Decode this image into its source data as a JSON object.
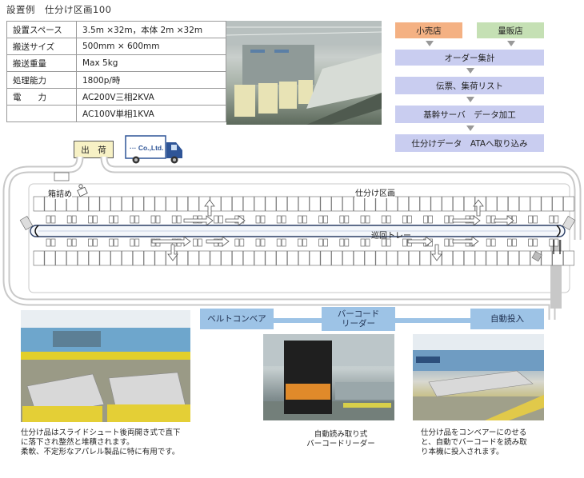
{
  "title": "設置例　仕分け区画100",
  "spec_rows": [
    {
      "label": "設置スペース",
      "value": "3.5m ×32m，本体 2m ×32m"
    },
    {
      "label": "搬送サイズ",
      "value": "500mm × 600mm"
    },
    {
      "label": "搬送重量",
      "value": "Max 5kg"
    },
    {
      "label": "処理能力",
      "value": "1800p/時"
    },
    {
      "label": "電　　力",
      "value": "AC200V三相2KVA"
    },
    {
      "label": "",
      "value": "AC100V単相1KVA"
    }
  ],
  "flow": {
    "retail": "小売店",
    "mass": "量販店",
    "order": "オーダー集計",
    "slip": "伝票、集荷リスト",
    "core": "基幹サーバ　データ加工",
    "import": "仕分けデータ　ATAへ取り込み"
  },
  "shipping_label": "出　荷",
  "truck_logo": "··· Co.,Ltd.",
  "layout": {
    "packing": "箱詰め",
    "sort_area": "仕分け区画",
    "loop_tray": "巡回トレー"
  },
  "process": {
    "belt": "ベルトコンベア",
    "barcode": "バーコード\nリーダー",
    "auto_input": "自動投入"
  },
  "captions": {
    "left": "仕分け品はスライドシュート後両開き式で直下\nに落下され整然と堆積されます。\n柔軟、不定形なアパレル製品に特に有用です。",
    "middle": "自動読み取り式\nバーコードリーダー",
    "right": "仕分け品をコンベアーにのせる\nと、自動でバーコードを読み取\nり本機に投入されます。"
  },
  "colors": {
    "orange": "#f4b183",
    "green": "#c5e0b4",
    "lavender": "#c9cdf0",
    "process_blue": "#9dc3e6",
    "track_gray": "#c8c8c8"
  }
}
